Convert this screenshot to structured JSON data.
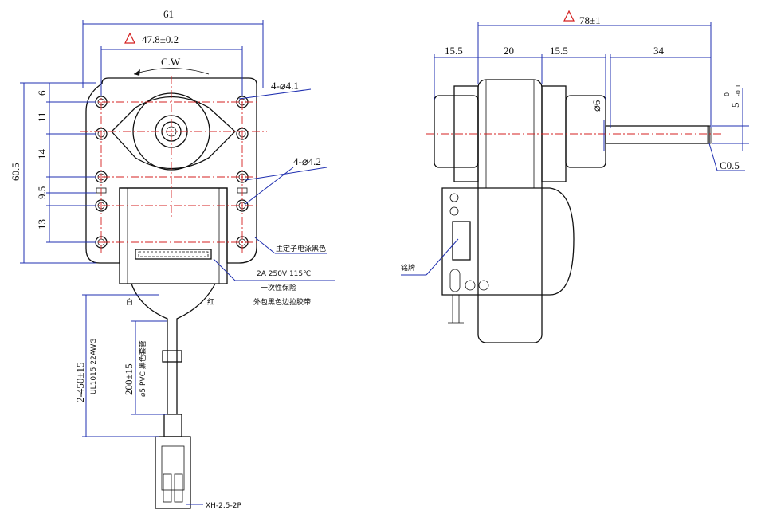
{
  "dimensions": {
    "front_width": "61",
    "hole_spacing": "47.8±0.2",
    "rotation": "C.W",
    "mount_hole_top": "4-⌀4.1",
    "mount_hole_side": "4-⌀4.2",
    "height_total": "60.5",
    "v6": "6",
    "v11": "11",
    "v14": "14",
    "v9_5": "9.5",
    "v13": "13",
    "lead_length": "2-450±15",
    "wire_spec": "UL1015 22AWG",
    "sleeve_length": "200±15",
    "sleeve_spec": "⌀5 PVC 黑色套管",
    "side_total": "78±1",
    "s15_5a": "15.5",
    "s20": "20",
    "s15_5b": "15.5",
    "s34": "34",
    "shaft_dia": "⌀6",
    "shaft_tol": "5",
    "shaft_tol_upper": "0",
    "shaft_tol_lower": "-0.1",
    "chamfer": "C0.5"
  },
  "notes": {
    "stator": "主定子电泳黑色",
    "fuse_rating": "2A 250V 115℃",
    "fuse_type": "一次性保险",
    "tape": "外包黑色边拉胶带",
    "wire_white": "白",
    "wire_red": "红",
    "nameplate": "铭牌",
    "connector": "XH-2.5-2P"
  },
  "colors": {
    "dimension": "#1f2fb0",
    "centerline": "#d42020",
    "outline": "#111111"
  }
}
